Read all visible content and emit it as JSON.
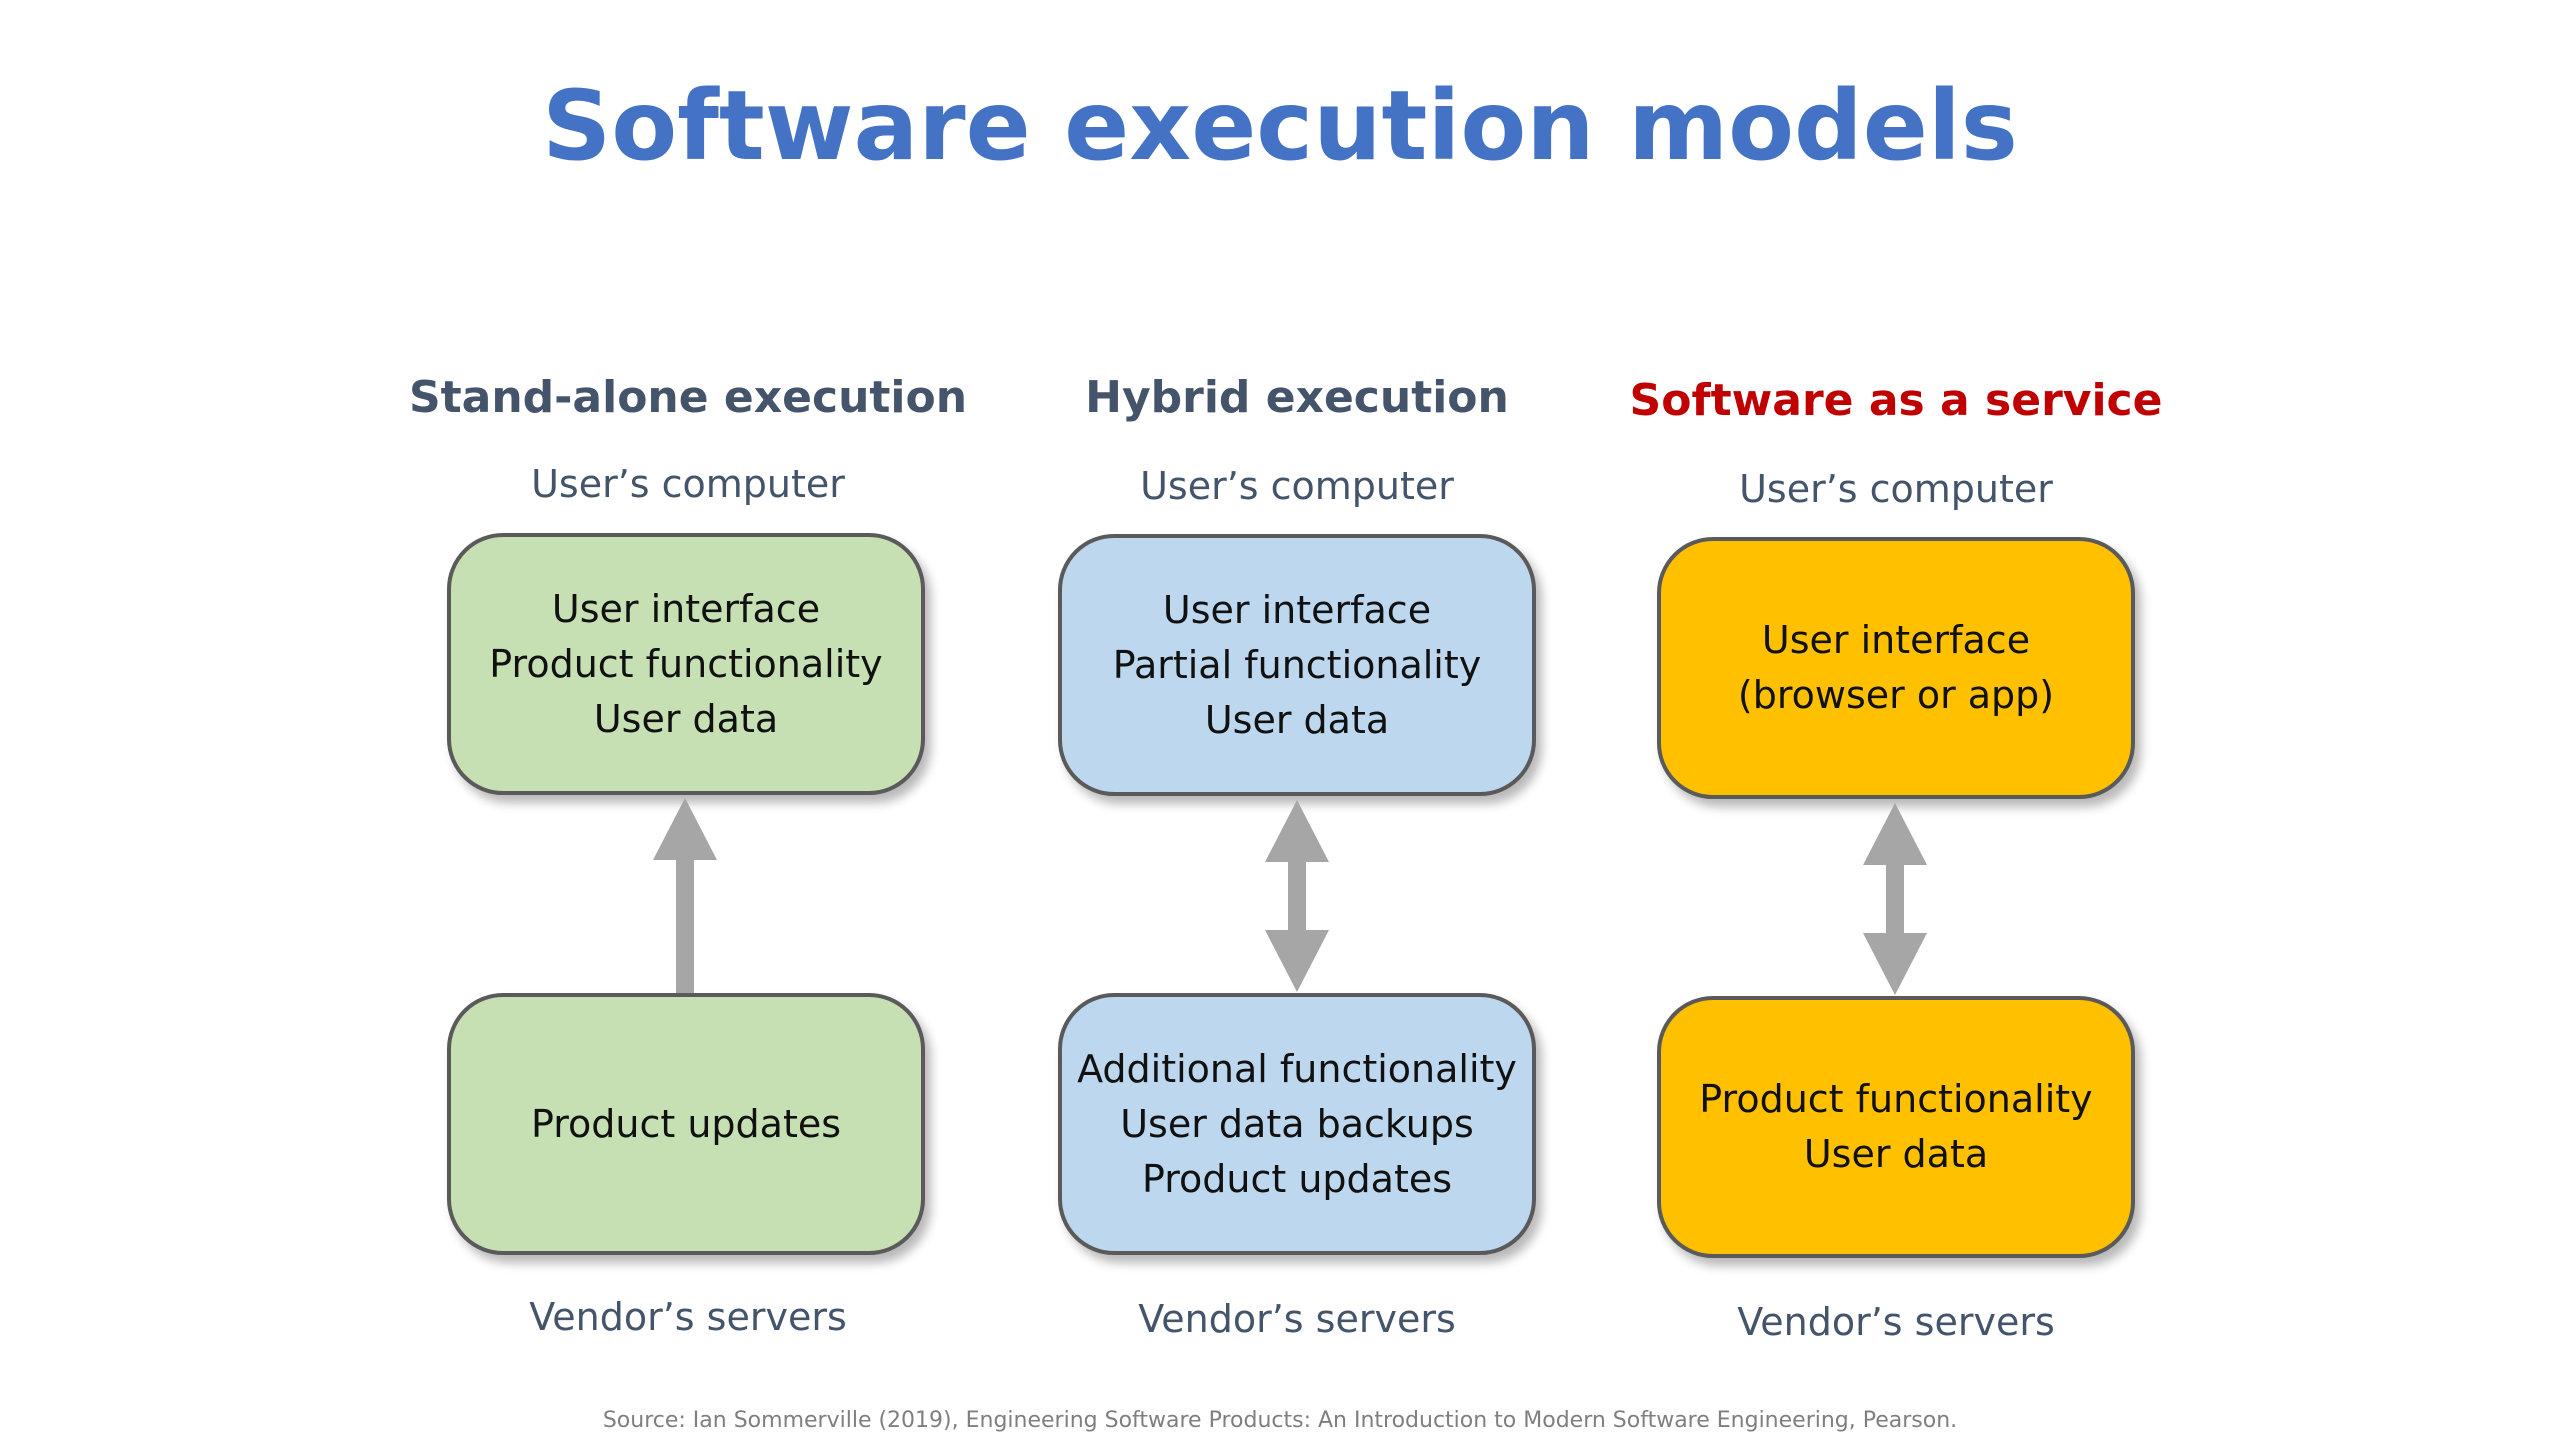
{
  "title": "Software execution models",
  "columns": [
    {
      "heading": "Stand-alone execution",
      "top_label": "User’s computer",
      "top_box": [
        "User interface",
        "Product functionality",
        "User data"
      ],
      "bottom_box": [
        "Product updates"
      ],
      "bottom_label": "Vendor’s servers",
      "arrow": "up",
      "box_color": "#c6e0b4"
    },
    {
      "heading": "Hybrid execution",
      "top_label": "User’s computer",
      "top_box": [
        "User interface",
        "Partial functionality",
        "User data"
      ],
      "bottom_box": [
        "Additional functionality",
        "User data backups",
        "Product updates"
      ],
      "bottom_label": "Vendor’s servers",
      "arrow": "bidirectional",
      "box_color": "#bdd7ee"
    },
    {
      "heading": "Software as a service",
      "top_label": "User’s computer",
      "top_box": [
        "User interface",
        "(browser or app)"
      ],
      "bottom_box": [
        "Product functionality",
        "User data"
      ],
      "bottom_label": "Vendor’s servers",
      "arrow": "bidirectional",
      "box_color": "#ffc000"
    }
  ],
  "source": "Source: Ian Sommerville (2019), Engineering Software Products:  An Introduction to Modern Software Engineering, Pearson.",
  "colors": {
    "title": "#4472c4",
    "heading": "#44546a",
    "heading_highlight": "#c00000",
    "arrow": "#a6a6a6"
  }
}
